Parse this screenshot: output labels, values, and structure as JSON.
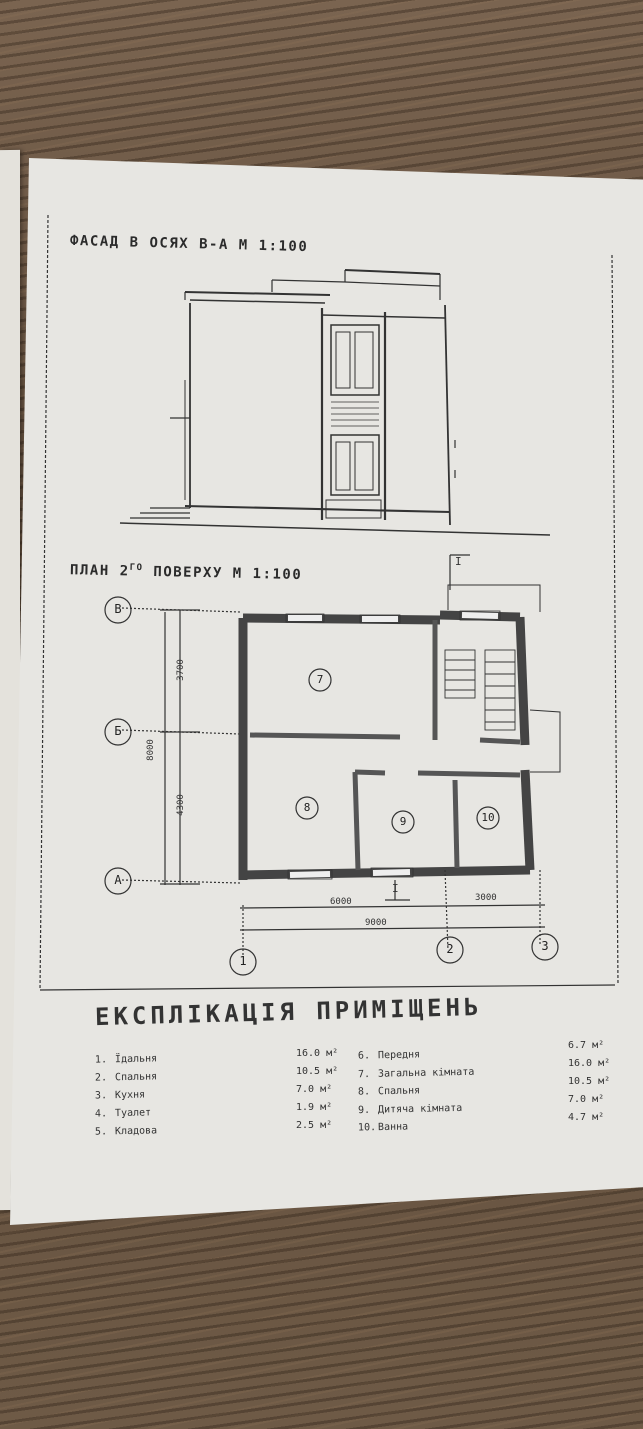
{
  "facade": {
    "title": "ФАСАД В ОСЯХ В-А М 1:100"
  },
  "plan": {
    "title_pre": "ПЛАН 2",
    "title_sup": "ГО",
    "title_post": " ПОВЕРХУ М 1:100",
    "axes_rows": [
      "В",
      "Б",
      "А"
    ],
    "axes_cols": [
      "1",
      "2",
      "3"
    ],
    "section_marks": [
      "I",
      "I"
    ],
    "dims": {
      "d3700": "3700",
      "d4300": "4300",
      "d8000": "8000",
      "d6000": "6000",
      "d3000": "3000",
      "d9000": "9000"
    },
    "rooms": [
      "7",
      "8",
      "9",
      "10"
    ]
  },
  "legend": {
    "title": "ЕКСПЛІКАЦІЯ ПРИМІЩЕНЬ",
    "left": [
      {
        "num": "1.",
        "name": "Їдальня",
        "area": "16.0 м²"
      },
      {
        "num": "2.",
        "name": "Спальня",
        "area": "10.5 м²"
      },
      {
        "num": "3.",
        "name": "Кухня",
        "area": "7.0 м²"
      },
      {
        "num": "4.",
        "name": "Туалет",
        "area": "1.9 м²"
      },
      {
        "num": "5.",
        "name": "Кладова",
        "area": "2.5 м²"
      }
    ],
    "right": [
      {
        "num": "6.",
        "name": "Передня",
        "area": "6.7 м²"
      },
      {
        "num": "7.",
        "name": "Загальна кімната",
        "area": "16.0 м²"
      },
      {
        "num": "8.",
        "name": "Спальня",
        "area": "10.5 м²"
      },
      {
        "num": "9.",
        "name": "Дитяча кімната",
        "area": "7.0 м²"
      },
      {
        "num": "10.",
        "name": "Ванна",
        "area": "4.7 м²"
      }
    ]
  }
}
